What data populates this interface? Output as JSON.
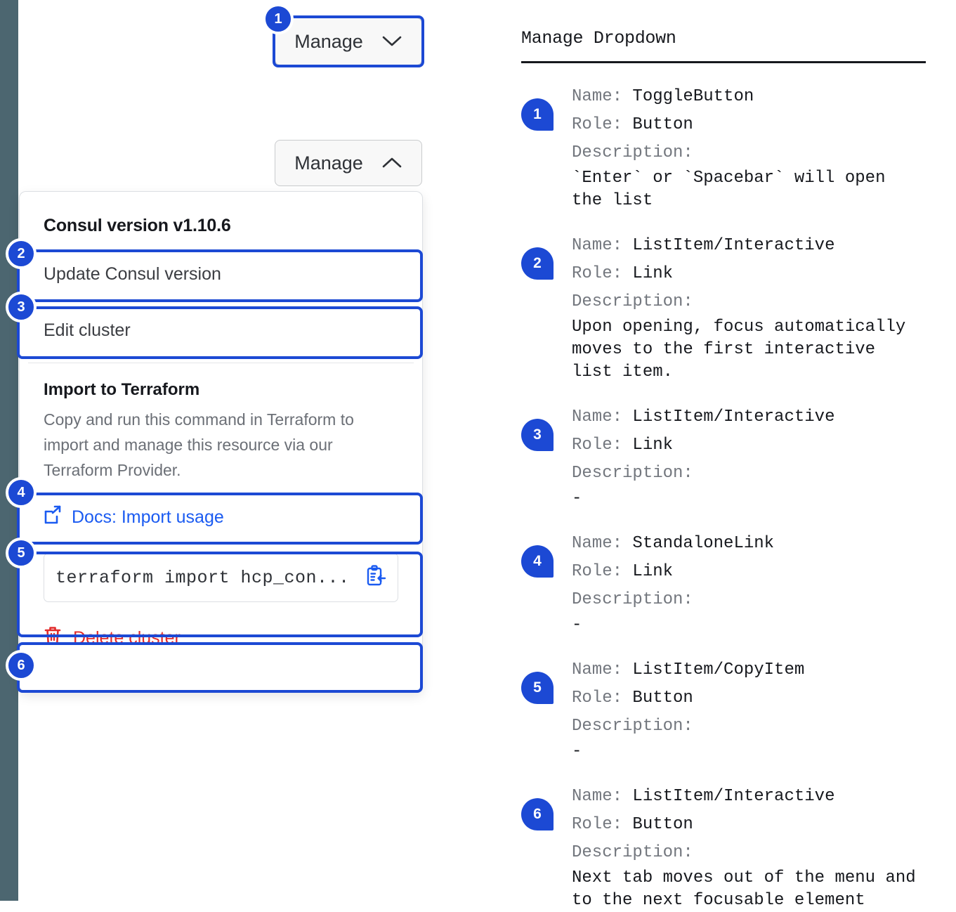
{
  "left_rail": {
    "color": "#4c6670"
  },
  "accent": {
    "blue": "#1c49d4",
    "link_blue": "#1b5bf1",
    "danger_red": "#e22b2b"
  },
  "buttons": {
    "collapsed": {
      "label": "Manage",
      "icon": "chevron-down-icon"
    },
    "expanded": {
      "label": "Manage",
      "icon": "chevron-up-icon"
    }
  },
  "dropdown": {
    "header": "Consul version v1.10.6",
    "items": [
      {
        "label": "Update Consul version"
      },
      {
        "label": "Edit cluster"
      }
    ],
    "terraform": {
      "title": "Import to Terraform",
      "description": "Copy and run this command in Terraform to import and manage this resource via our Terraform Provider.",
      "docs_link": "Docs: Import usage",
      "docs_icon": "external-link-docs-icon",
      "command": "terraform import hcp_con...",
      "copy_icon": "clipboard-copy-icon"
    },
    "delete": {
      "label": "Delete cluster",
      "icon": "trash-icon"
    }
  },
  "annotations": {
    "badges": [
      "1",
      "2",
      "3",
      "4",
      "5",
      "6"
    ]
  },
  "doc_panel": {
    "title": "Manage Dropdown",
    "labels": {
      "name": "Name:",
      "role": "Role:",
      "description": "Description:"
    },
    "entries": [
      {
        "badge": "1",
        "name": "ToggleButton",
        "role": "Button",
        "description": "`Enter` or `Spacebar` will open\nthe list"
      },
      {
        "badge": "2",
        "name": "ListItem/Interactive",
        "role": "Link",
        "description": "Upon opening, focus automatically\nmoves to the first interactive\nlist item."
      },
      {
        "badge": "3",
        "name": "ListItem/Interactive",
        "role": "Link",
        "description": "-"
      },
      {
        "badge": "4",
        "name": "StandaloneLink",
        "role": "Link",
        "description": "-"
      },
      {
        "badge": "5",
        "name": "ListItem/CopyItem",
        "role": "Button",
        "description": "-"
      },
      {
        "badge": "6",
        "name": "ListItem/Interactive",
        "role": "Button",
        "description": "Next tab moves out of the menu and\nto the next focusable element"
      }
    ]
  }
}
